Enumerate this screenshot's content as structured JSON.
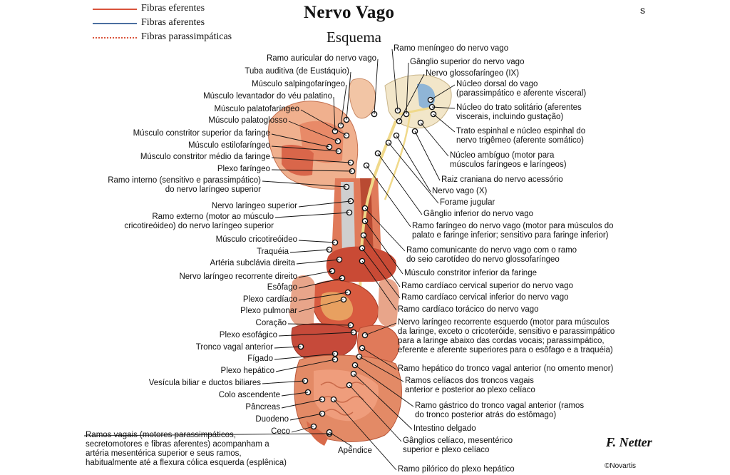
{
  "title": "Nervo Vago",
  "subtitle": "Esquema",
  "legend": [
    {
      "label": "Fibras eferentes",
      "color": "#d9533b",
      "style": "solid"
    },
    {
      "label": "Fibras aferentes",
      "color": "#4a6fa0",
      "style": "solid"
    },
    {
      "label": "Fibras parassimpáticas",
      "color": "#d9533b",
      "style": "dotted"
    }
  ],
  "left_labels": [
    [
      "Ramo auricular do nervo vago"
    ],
    [
      "Tuba auditiva (de Eustáquio)"
    ],
    [
      "Músculo salpingofaríngeo"
    ],
    [
      "Músculo levantador do véu palatino"
    ],
    [
      "Músculo palatofaríngeo"
    ],
    [
      "Músculo palatoglosso"
    ],
    [
      "Músculo constritor superior da faringe"
    ],
    [
      "Músculo estilofaríngeo"
    ],
    [
      "Músculo constritor médio da faringe"
    ],
    [
      "Plexo faríngeo"
    ],
    [
      "Ramo interno (sensitivo e parassimpático)",
      "do nervo laríngeo superior"
    ],
    [
      "Nervo laríngeo superior"
    ],
    [
      "Ramo externo (motor ao músculo",
      "cricotireóideo) do nervo laríngeo superior"
    ],
    [
      "Músculo cricotireóideo"
    ],
    [
      "Traquéia"
    ],
    [
      "Artéria subclávia direita"
    ],
    [
      "Nervo laríngeo recorrente direito"
    ],
    [
      "Esôfago"
    ],
    [
      "Plexo cardíaco"
    ],
    [
      "Plexo pulmonar"
    ],
    [
      "Coração"
    ],
    [
      "Plexo esofágico"
    ],
    [
      "Tronco vagal anterior"
    ],
    [
      "Fígado"
    ],
    [
      "Plexo hepático"
    ],
    [
      "Vesícula biliar e ductos biliares"
    ],
    [
      "Colo ascendente"
    ],
    [
      "Pâncreas"
    ],
    [
      "Duodeno"
    ],
    [
      "Ceco"
    ],
    [
      "Ramos vagais (motores parassimpáticos,",
      "secretomotores e fibras aferentes) acompanham a",
      "artéria mesentérica superior e seus ramos,",
      "habitualmente até a flexura cólica esquerda (esplênica)"
    ]
  ],
  "right_labels": [
    [
      "Ramo meníngeo do nervo vago"
    ],
    [
      "Gânglio superior do nervo vago"
    ],
    [
      "Nervo glossofaríngeo (IX)"
    ],
    [
      "Núcleo dorsal do vago",
      "(parassimpático e aferente visceral)"
    ],
    [
      "Núcleo do trato solitário (aferentes",
      "viscerais, incluindo gustação)"
    ],
    [
      "Trato espinhal e núcleo espinhal do",
      "nervo trigêmeo (aferente somático)"
    ],
    [
      "Núcleo ambíguo (motor para",
      "músculos faríngeos e laríngeos)"
    ],
    [
      "Raiz craniana do nervo acessório"
    ],
    [
      "Nervo vago (X)"
    ],
    [
      "Forame jugular"
    ],
    [
      "Gânglio inferior do nervo vago"
    ],
    [
      "Ramo faríngeo do nervo vago (motor para músculos do",
      "palato e faringe inferior; sensitivo para faringe inferior)"
    ],
    [
      "Ramo comunicante do nervo vago com o ramo",
      "do seio carotídeo do nervo glossofaríngeo"
    ],
    [
      "Músculo constritor inferior da faringe"
    ],
    [
      "Ramo cardíaco cervical superior do nervo vago"
    ],
    [
      "Ramo cardíaco cervical inferior do nervo vago"
    ],
    [
      "Ramo cardíaco torácico do nervo vago"
    ],
    [
      "Nervo laríngeo recorrente esquerdo (motor para músculos",
      "da laringe, exceto o cricoteróide, sensitivo e parassimpático",
      "para a laringe abaixo das cordas vocais; parassimpático,",
      "eferente e aferente superiores para o esôfago e a traquéia)"
    ],
    [
      "Ramo hepático do tronco vagal anterior (no omento menor)"
    ],
    [
      "Ramos celíacos dos troncos vagais",
      "anterior e posterior ao plexo celíaco"
    ],
    [
      "Ramo gástrico do tronco vagal anterior (ramos",
      "do tronco posterior atrás do estômago)"
    ],
    [
      "Intestino delgado"
    ],
    [
      "Gânglios celíaco, mesentérico",
      "superior e plexo celíaco"
    ],
    [
      "Ramo pilórico do plexo hepático"
    ]
  ],
  "bottom_labels": [
    [
      "Apêndice"
    ]
  ],
  "signature": "F. Netter",
  "copyright": "©Novartis",
  "corner_mark": "s",
  "colors": {
    "tissue": "#e07a5a",
    "tissue_dark": "#b94a32",
    "nerve": "#f0d98a",
    "bone": "#f2e6c9",
    "leader": "#111111"
  }
}
